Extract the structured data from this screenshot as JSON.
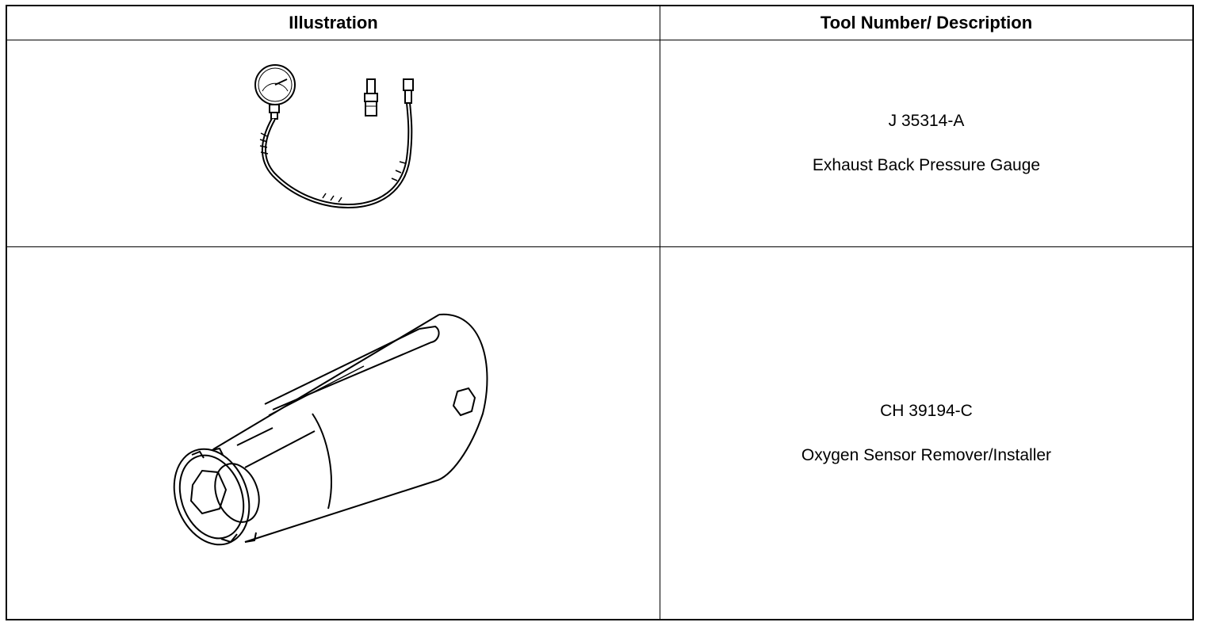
{
  "table": {
    "headers": {
      "illustration": "Illustration",
      "tool": "Tool Number/ Description"
    },
    "rows": [
      {
        "tool_number": "J 35314-A",
        "description": "Exhaust Back Pressure Gauge",
        "illustration": "pressure-gauge-icon"
      },
      {
        "tool_number": "CH 39194-C",
        "description": "Oxygen Sensor Remover/Installer",
        "illustration": "oxygen-sensor-socket-icon"
      }
    ]
  }
}
